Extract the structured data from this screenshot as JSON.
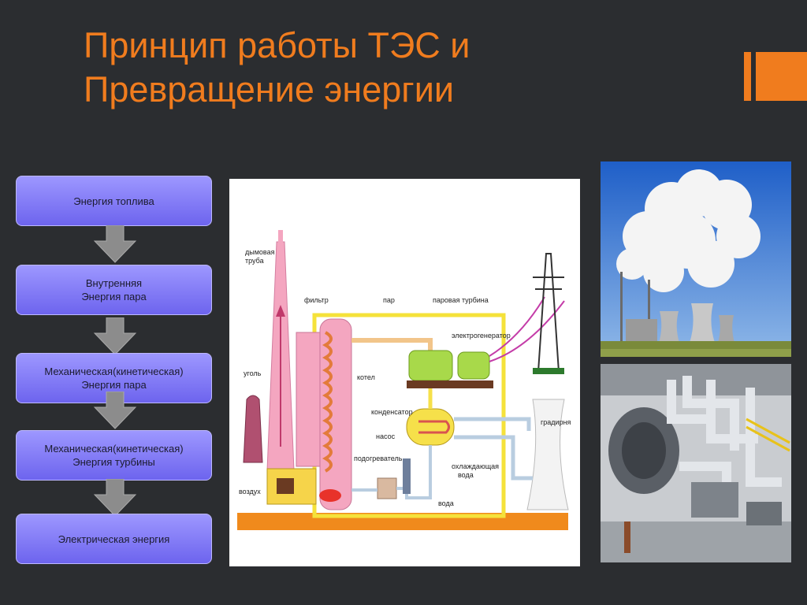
{
  "slide": {
    "title_line1": "Принцип работы ТЭС и",
    "title_line2": "Превращение энергии"
  },
  "flow": [
    {
      "line1": "Энергия топлива",
      "line2": ""
    },
    {
      "line1": "Внутренняя",
      "line2": "Энергия пара"
    },
    {
      "line1": "Механическая(кинетическая)",
      "line2": "Энергия пара"
    },
    {
      "line1": "Механическая(кинетическая)",
      "line2": "Энергия турбины"
    },
    {
      "line1": "Электрическая энергия",
      "line2": ""
    }
  ],
  "diagram_labels": {
    "chimney": [
      "дымовая",
      "труба"
    ],
    "filter": "фильтр",
    "steam": "пар",
    "turbine": "паровая турбина",
    "generator": "электрогенератор",
    "coal": "уголь",
    "boiler": "котел",
    "condenser": "конденсатор",
    "pump": "насос",
    "heater": "подогреватель",
    "cooling_water": [
      "охлаждающая",
      "вода"
    ],
    "cooling_tower": "градирня",
    "air": "воздух",
    "water": "вода"
  },
  "colors": {
    "background": "#2b2d30",
    "accent": "#f07c1e",
    "box_top": "#9d97ff",
    "box_bottom": "#6d64ee",
    "arrow": "#8c8c8c"
  }
}
